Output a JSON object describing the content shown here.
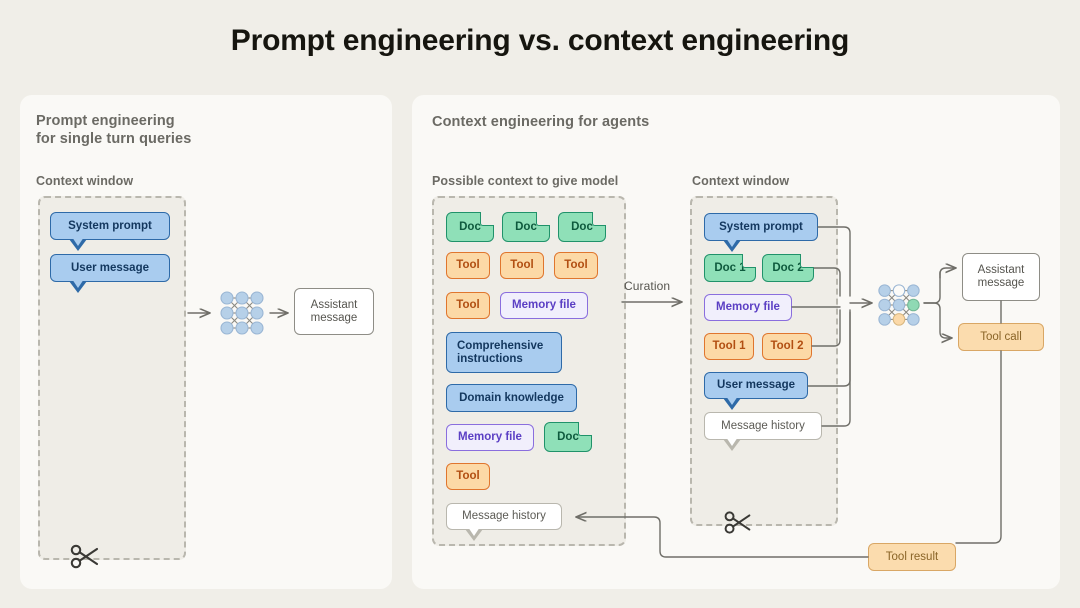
{
  "title": "Prompt engineering vs. context engineering",
  "left_panel": {
    "heading_line1": "Prompt engineering",
    "heading_line2": "for single turn queries",
    "context_window_label": "Context window",
    "items": [
      {
        "label": "System prompt",
        "kind": "blue-bubble"
      },
      {
        "label": "User message",
        "kind": "blue-bubble"
      }
    ],
    "output": {
      "line1": "Assistant",
      "line2": "message"
    },
    "scissors_icon": "scissors-icon",
    "model_icon": "neural-network-icon"
  },
  "right_panel": {
    "heading": "Context engineering for agents",
    "possible_label": "Possible context to give model",
    "context_window_label": "Context window",
    "curation_label": "Curation",
    "possible_items": [
      {
        "label": "Doc",
        "kind": "doc"
      },
      {
        "label": "Doc",
        "kind": "doc"
      },
      {
        "label": "Doc",
        "kind": "doc"
      },
      {
        "label": "Tool",
        "kind": "tool"
      },
      {
        "label": "Tool",
        "kind": "tool"
      },
      {
        "label": "Tool",
        "kind": "tool"
      },
      {
        "label": "Tool",
        "kind": "tool"
      },
      {
        "label": "Memory file",
        "kind": "memory"
      },
      {
        "label": "Comprehensive instructions",
        "kind": "instructions"
      },
      {
        "label": "Domain knowledge",
        "kind": "knowledge"
      },
      {
        "label": "Memory file",
        "kind": "memory"
      },
      {
        "label": "Doc",
        "kind": "doc"
      },
      {
        "label": "Tool",
        "kind": "tool"
      },
      {
        "label": "Message history",
        "kind": "history"
      }
    ],
    "window_items": [
      {
        "label": "System prompt",
        "kind": "blue-bubble"
      },
      {
        "label": "Doc 1",
        "kind": "doc"
      },
      {
        "label": "Doc 2",
        "kind": "doc"
      },
      {
        "label": "Memory file",
        "kind": "memory"
      },
      {
        "label": "Tool 1",
        "kind": "tool"
      },
      {
        "label": "Tool 2",
        "kind": "tool"
      },
      {
        "label": "User message",
        "kind": "blue-bubble"
      },
      {
        "label": "Message history",
        "kind": "history-bubble"
      }
    ],
    "outputs": {
      "assistant_line1": "Assistant",
      "assistant_line2": "message",
      "tool_call": "Tool call",
      "tool_result": "Tool result"
    },
    "scissors_icon": "scissors-icon",
    "model_icon": "neural-network-icon"
  },
  "colors": {
    "background": "#f0eee8",
    "panel": "#faf9f6",
    "dash_fill": "#efede7",
    "blue": "#a9ccef",
    "blue_border": "#2e6aa8",
    "green": "#8fe0b8",
    "green_border": "#20926a",
    "orange": "#fcd9a6",
    "orange_border": "#e0762e",
    "peach": "#fbdcae",
    "peach_border": "#d9a765",
    "purple": "#f1effc",
    "purple_border": "#8a6ede",
    "line": "#6f6e68"
  }
}
